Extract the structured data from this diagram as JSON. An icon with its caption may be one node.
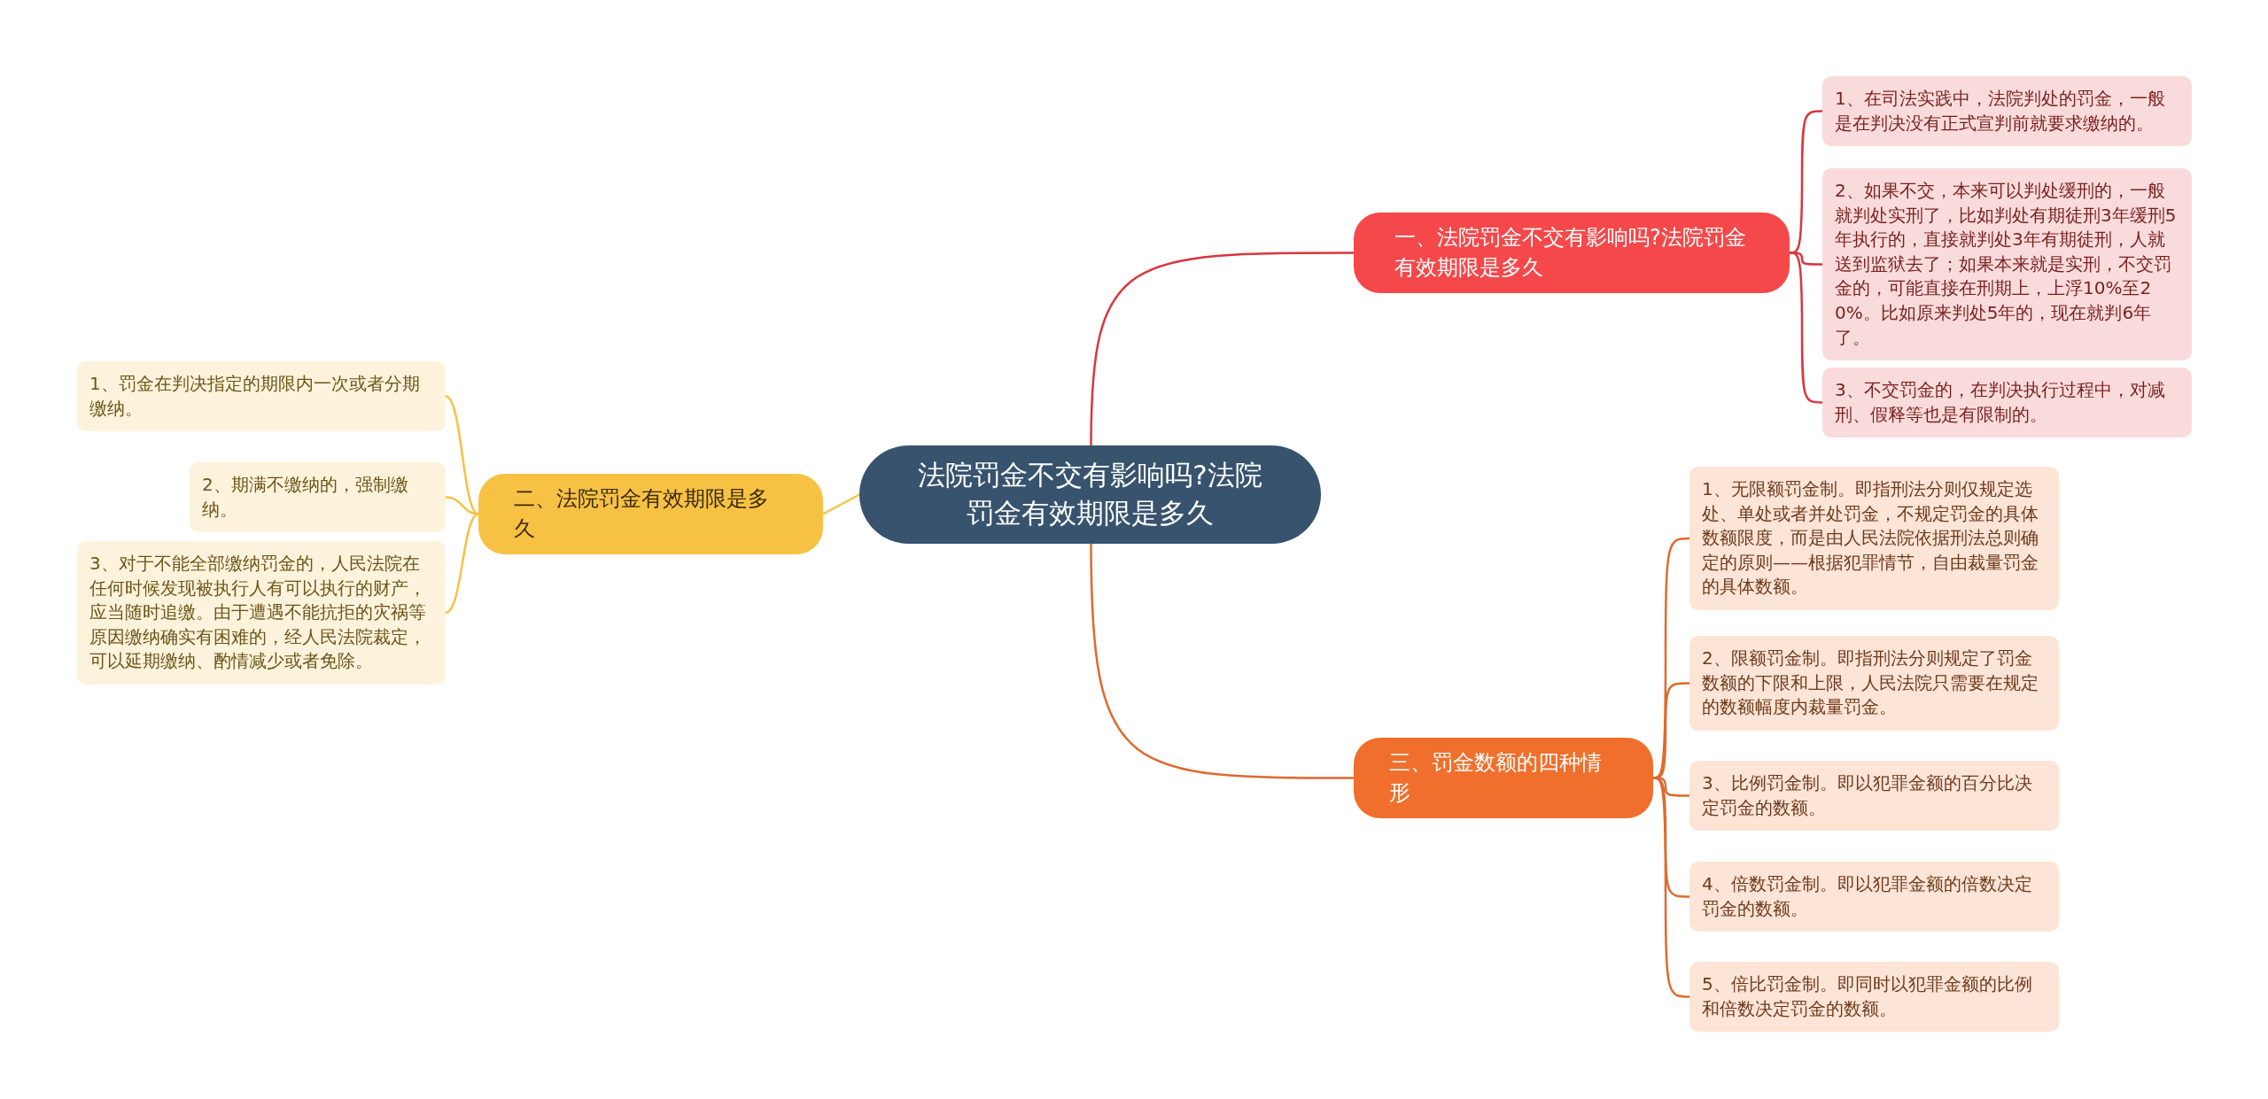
{
  "diagram": {
    "nodes": [
      {
        "text": [
          "法院罚金不交有影响吗?法院罚金有效期限是多久"
        ]
      },
      {
        "text": [
          "一、法院罚金不交有影响吗?法院罚金有效期限是多久"
        ]
      },
      {
        "text": [
          "1、在司法实践中，法院判处的罚金，一般是在判决没有正式宣判前就要求缴纳的。"
        ]
      },
      {
        "text": [
          "2、如果不交，本来可以判处缓刑的，一般就判处实刑了，比如判处有期徒刑3年缓刑5年执行的，直接就判处3年有期徒刑，人就送到监狱去了；如果本来就是实刑，不交罚金的，可能直接在刑期上，上浮10%至20%。比如原来判处5年的，现在就判6年了。"
        ]
      },
      {
        "text": [
          "3、不交罚金的，在判决执行过程中，对减刑、假释等也是有限制的。"
        ]
      },
      {
        "text": [
          "二、法院罚金有效期限是多久"
        ]
      },
      {
        "text": [
          "1、罚金在判决指定的期限内一次或者分期缴纳。"
        ]
      },
      {
        "text": [
          "2、期满不缴纳的，强制缴纳。"
        ]
      },
      {
        "text": [
          "3、对于不能全部缴纳罚金的，人民法院在任何时候发现被执行人有可以执行的财产，应当随时追缴。由于遭遇不能抗拒的灾祸等原因缴纳确实有困难的，经人民法院裁定，可以延期缴纳、酌情减少或者免除。"
        ]
      },
      {
        "text": [
          "三、罚金数额的四种情形"
        ]
      },
      {
        "text": [
          "1、无限额罚金制。即指刑法分则仅规定选处、单处或者并处罚金，不规定罚金的具体数额限度，而是由人民法院依据刑法总则确定的原则——根据犯罪情节，自由裁量罚金的具体数额。"
        ]
      },
      {
        "text": [
          "2、限额罚金制。即指刑法分则规定了罚金数额的下限和上限，人民法院只需要在规定的数额幅度内裁量罚金。"
        ]
      },
      {
        "text": [
          "3、比例罚金制。即以犯罪金额的百分比决定罚金的数额。"
        ]
      },
      {
        "text": [
          "4、倍数罚金制。即以犯罪金额的倍数决定罚金的数额。"
        ]
      },
      {
        "text": [
          "5、倍比罚金制。即同时以犯罪金额的比例和倍数决定罚金的数额。"
        ]
      }
    ],
    "edges": [
      {
        "from": 0,
        "to": 1,
        "arrow": "none",
        "color": "#d9363e"
      },
      {
        "from": 1,
        "to": 2,
        "arrow": "none",
        "color": "#d9363e"
      },
      {
        "from": 1,
        "to": 3,
        "arrow": "none",
        "color": "#d9363e"
      },
      {
        "from": 1,
        "to": 4,
        "arrow": "none",
        "color": "#d9363e"
      },
      {
        "from": 0,
        "to": 5,
        "arrow": "none",
        "color": "#f5c242"
      },
      {
        "from": 5,
        "to": 6,
        "arrow": "none",
        "color": "#f5c242"
      },
      {
        "from": 5,
        "to": 7,
        "arrow": "none",
        "color": "#f5c242"
      },
      {
        "from": 5,
        "to": 8,
        "arrow": "none",
        "color": "#f5c242"
      },
      {
        "from": 0,
        "to": 9,
        "arrow": "none",
        "color": "#e0692c"
      },
      {
        "from": 9,
        "to": 10,
        "arrow": "none",
        "color": "#e0692c"
      },
      {
        "from": 9,
        "to": 11,
        "arrow": "none",
        "color": "#e0692c"
      },
      {
        "from": 9,
        "to": 12,
        "arrow": "none",
        "color": "#e0692c"
      },
      {
        "from": 9,
        "to": 13,
        "arrow": "none",
        "color": "#e0692c"
      },
      {
        "from": 9,
        "to": 14,
        "arrow": "none",
        "color": "#e0692c"
      }
    ]
  }
}
